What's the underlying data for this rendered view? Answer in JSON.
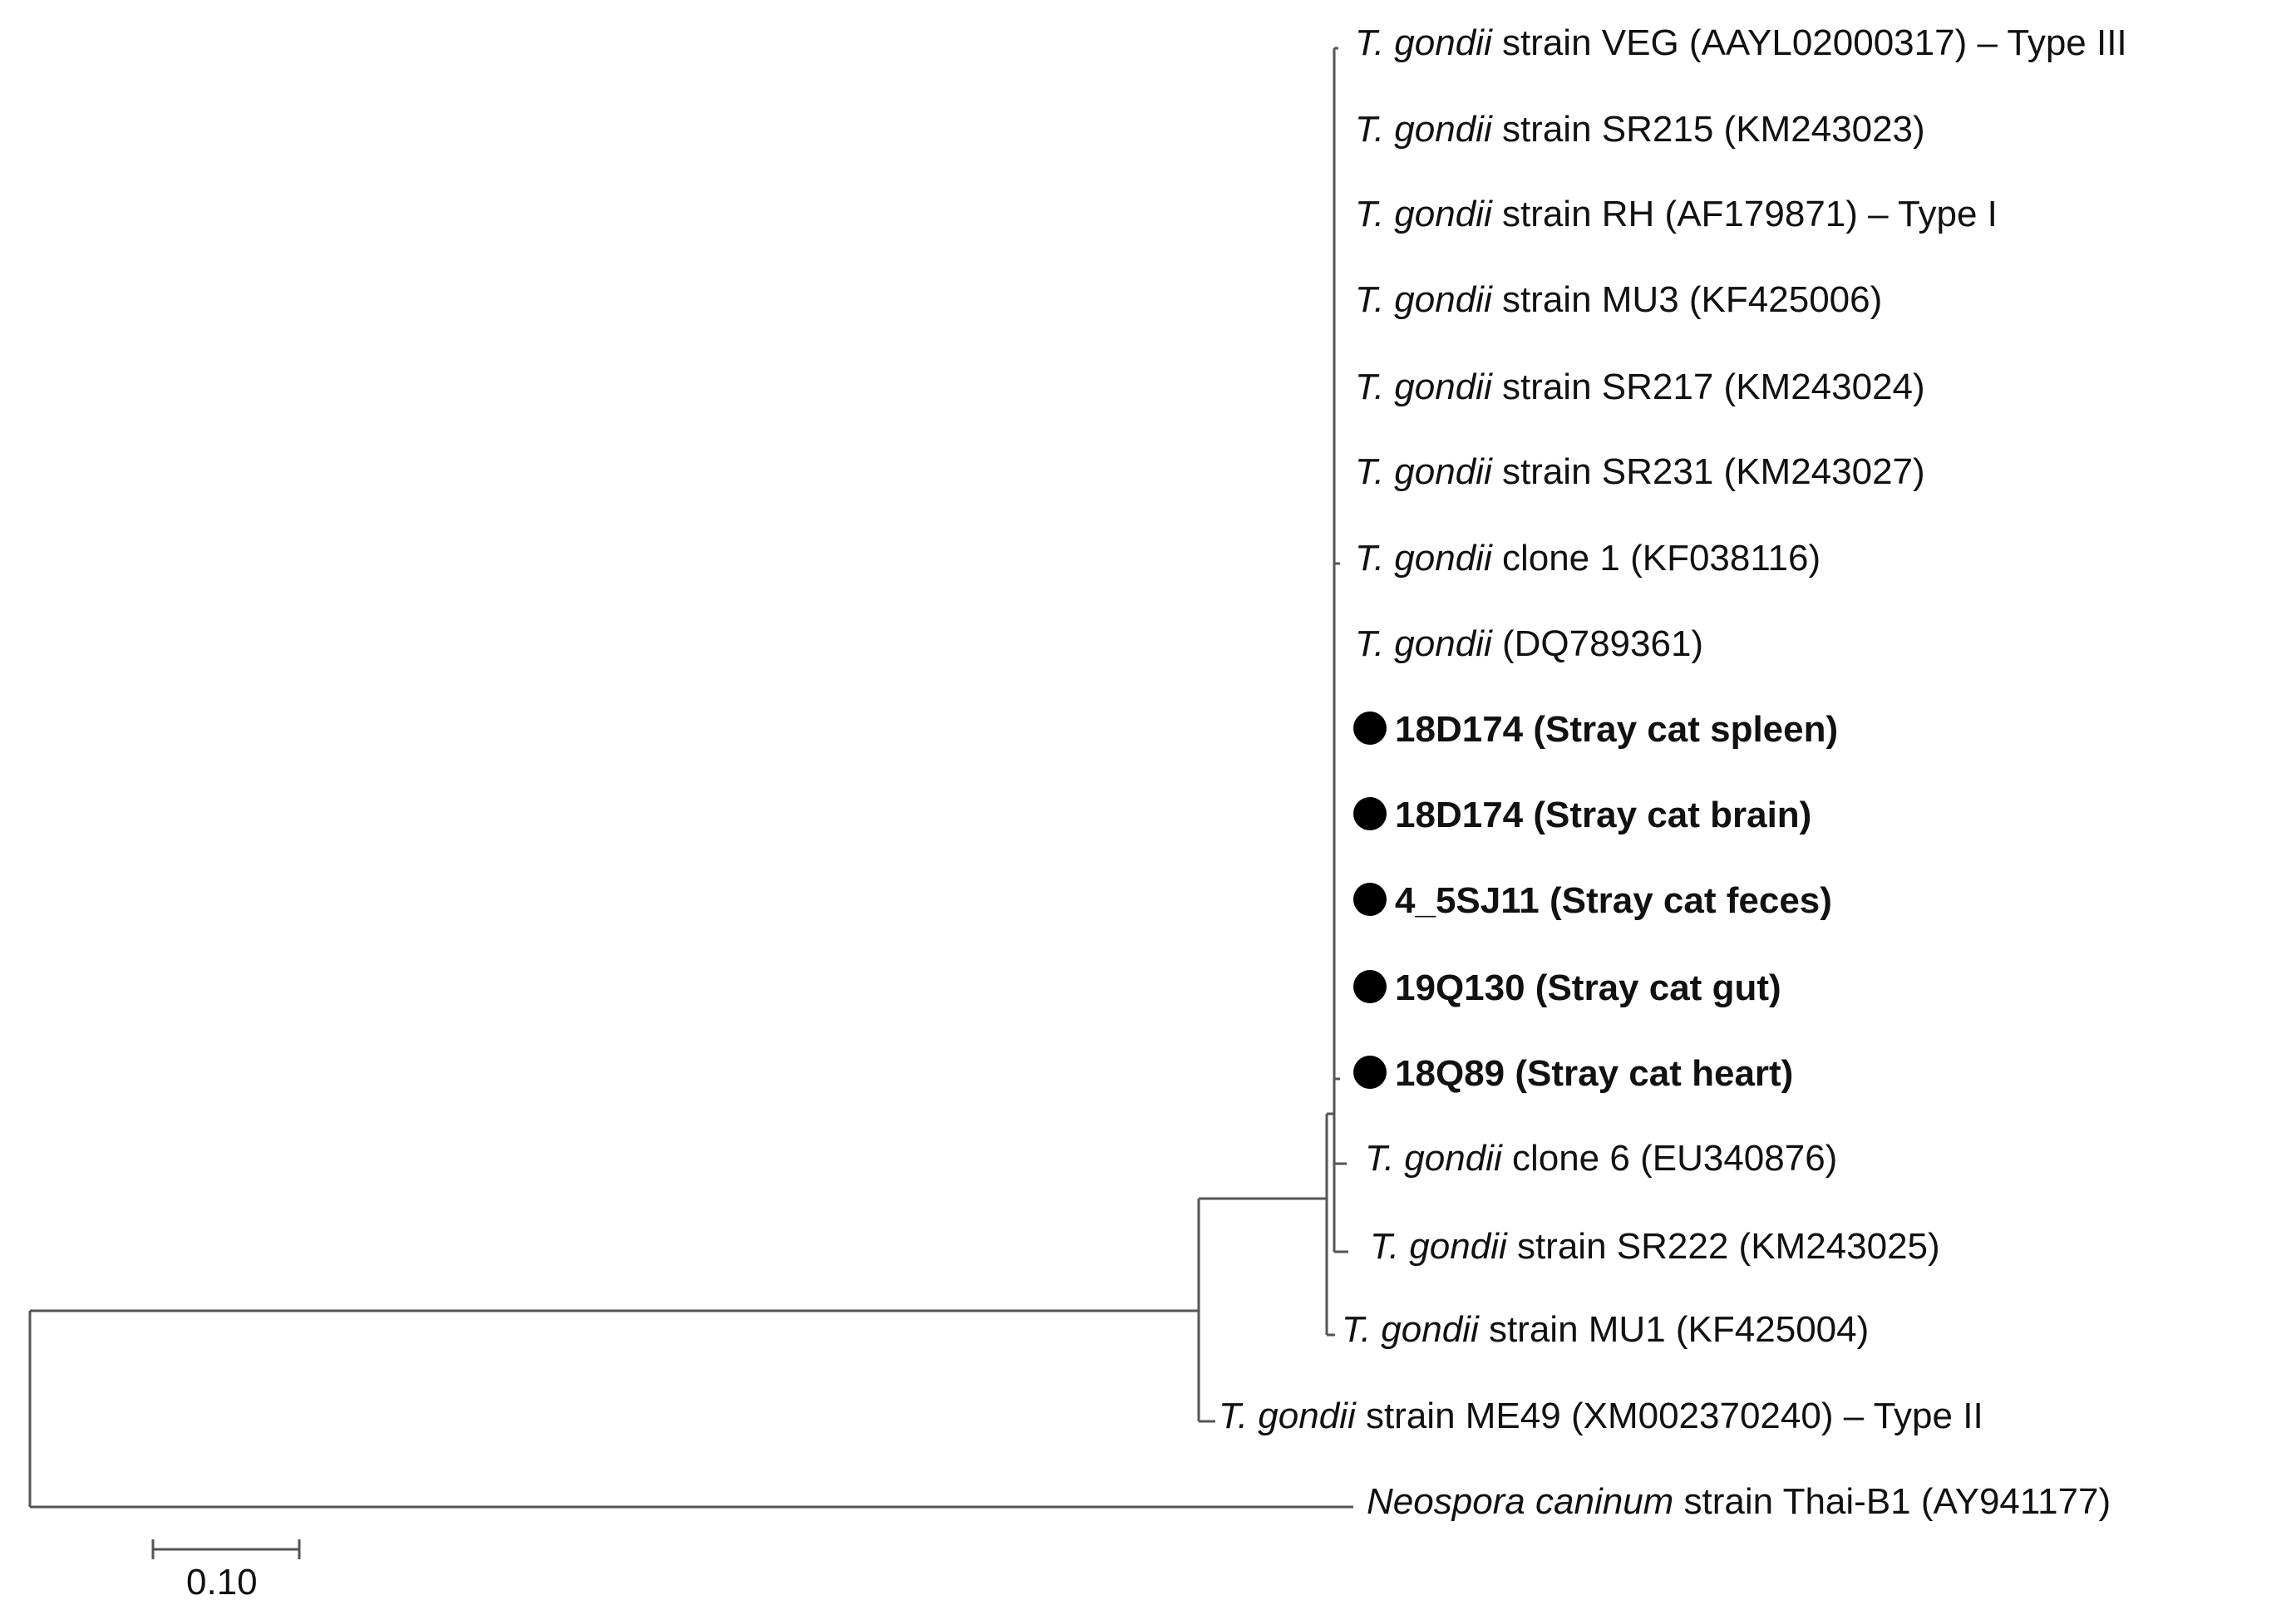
{
  "tree": {
    "taxa": [
      {
        "id": "veg",
        "genus": "T. gondii",
        "rest": " strain VEG (AAYL02000317) – Type III",
        "marked": false
      },
      {
        "id": "sr215",
        "genus": "T. gondii",
        "rest": " strain SR215 (KM243023)",
        "marked": false
      },
      {
        "id": "rh",
        "genus": "T. gondii",
        "rest": " strain RH (AF179871) – Type I",
        "marked": false
      },
      {
        "id": "mu3",
        "genus": "T. gondii",
        "rest": " strain MU3 (KF425006)",
        "marked": false
      },
      {
        "id": "sr217",
        "genus": "T. gondii",
        "rest": " strain SR217 (KM243024)",
        "marked": false
      },
      {
        "id": "sr231",
        "genus": "T. gondii",
        "rest": " strain SR231 (KM243027)",
        "marked": false
      },
      {
        "id": "clone1",
        "genus": "T. gondii",
        "rest": " clone 1 (KF038116)",
        "marked": false
      },
      {
        "id": "dq789361",
        "genus": "T. gondii",
        "rest": " (DQ789361)",
        "marked": false
      },
      {
        "id": "18d174-spleen",
        "genus": "",
        "rest": "18D174 (Stray cat spleen)",
        "marked": true
      },
      {
        "id": "18d174-brain",
        "genus": "",
        "rest": "18D174 (Stray cat brain)",
        "marked": true
      },
      {
        "id": "4-5sj11",
        "genus": "",
        "rest": "4_5SJ11 (Stray cat feces)",
        "marked": true
      },
      {
        "id": "19q130",
        "genus": "",
        "rest": "19Q130 (Stray cat gut)",
        "marked": true
      },
      {
        "id": "18q89",
        "genus": "",
        "rest": "18Q89 (Stray cat heart)",
        "marked": true
      },
      {
        "id": "clone6",
        "genus": "T. gondii",
        "rest": " clone 6 (EU340876)",
        "marked": false
      },
      {
        "id": "sr222",
        "genus": "T. gondii",
        "rest": " strain SR222 (KM243025)",
        "marked": false
      },
      {
        "id": "mu1",
        "genus": "T. gondii",
        "rest": " strain MU1 (KF425004)",
        "marked": false
      },
      {
        "id": "me49",
        "genus": "T. gondii",
        "rest": " strain ME49 (XM002370240) – Type II",
        "marked": false
      },
      {
        "id": "neospora",
        "genus": "Neospora caninum",
        "rest": " strain Thai-B1 (AY941177)",
        "marked": false
      }
    ],
    "scale_bar": {
      "value": 0.1,
      "label": "0.10"
    }
  },
  "colors": {
    "branch": "#555555",
    "marker": "#000000",
    "text": "#111111"
  }
}
